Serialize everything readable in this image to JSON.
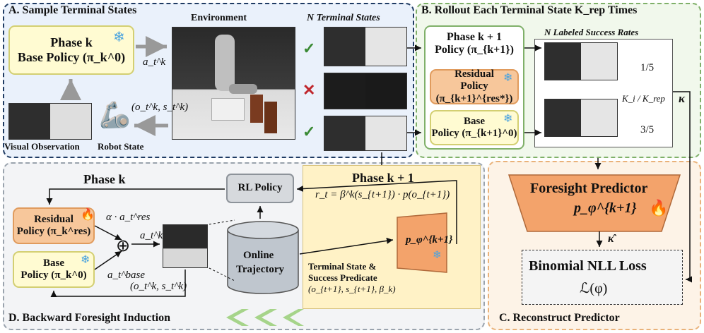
{
  "panel_a": {
    "title": "A. Sample Terminal States",
    "policy_line1": "Phase k",
    "policy_line2": "Base Policy (π_k^0)",
    "action_label": "a_t^k",
    "env_title": "Environment",
    "obs_label": "Visual Observation",
    "robot_label": "Robot State",
    "state_label": "(o_t^k, s_t^k)",
    "terminal_title": "N Terminal States"
  },
  "panel_b": {
    "title": "B. Rollout Each Terminal State K_rep Times",
    "policy_line1": "Phase k + 1",
    "policy_line2": "Policy (π_{k+1})",
    "residual_line1": "Residual",
    "residual_line2": "Policy (π_{k+1}^{res*})",
    "base_line1": "Base",
    "base_line2": "Policy (π_{k+1}^0)",
    "success_title": "N Labeled Success Rates",
    "rate_1": "1/5",
    "rate_2": "3/5",
    "ratio_label": "K_i / K_rep",
    "kappa": "κ"
  },
  "panel_c": {
    "title": "C. Reconstruct Predictor",
    "predictor_line1": "Foresight Predictor",
    "predictor_line2": "p_φ^{k+1}",
    "kappa_hat": "κ̂",
    "loss_line1": "Binomial NLL Loss",
    "loss_line2": "ℒ(φ)"
  },
  "panel_d": {
    "title": "D. Backward Foresight Induction",
    "phase_k": "Phase k",
    "residual_line1": "Residual",
    "residual_line2": "Policy (π_k^res)",
    "base_line1": "Base",
    "base_line2": "Policy (π_k^0)",
    "residual_action": "α · a_t^res",
    "base_action": "a_t^base",
    "combined_action": "a_t^k",
    "state_label": "(o_t^k, s_t^k)",
    "rl_policy": "RL Policy",
    "online_line1": "Online",
    "online_line2": "Trajectory",
    "phase_k1": "Phase k + 1",
    "reward": "r_t = β^k(s_{t+1}) · p(o_{t+1})",
    "predictor_label": "p_φ^{k+1}",
    "terminal_line1": "Terminal State &",
    "terminal_line2": "Success Predicate",
    "terminal_line3": "(o_{t+1}, s_{t+1}, β_k)"
  },
  "colors": {
    "panel_a_border": "#1f3b63",
    "panel_a_fill": "#eaf1fb",
    "panel_b_border": "#7fb069",
    "panel_b_fill": "#f1f8ec",
    "panel_c_border": "#e9b27a",
    "panel_c_fill": "#fdf3e7",
    "panel_d_border": "#9aa3ad",
    "panel_d_fill": "#f3f4f6",
    "yellow_box": "#fffbd2",
    "orange_box": "#f7c79b",
    "predictor": "#f3a36b",
    "check": "#3a8a34",
    "cross": "#c0272d",
    "chevrons": "#a6d48a"
  },
  "icons": [
    "snowflake-icon",
    "fire-icon",
    "robot-arm-icon",
    "check-icon",
    "cross-icon",
    "database-icon",
    "sum-icon"
  ]
}
